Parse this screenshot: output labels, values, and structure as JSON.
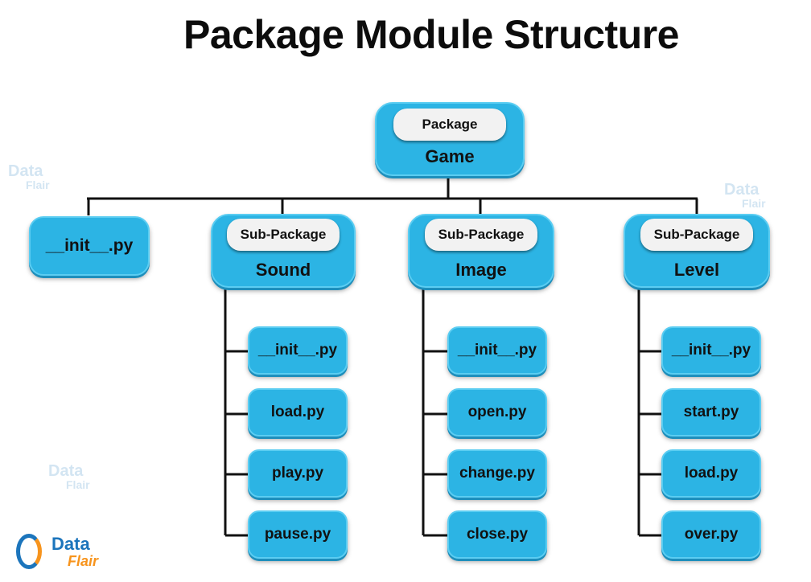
{
  "title": "Package Module Structure",
  "root": {
    "tag": "Package",
    "name": "Game"
  },
  "root_file": "__init__.py",
  "subpackages": [
    {
      "tag": "Sub-Package",
      "name": "Sound",
      "files": [
        "__init__.py",
        "load.py",
        "play.py",
        "pause.py"
      ]
    },
    {
      "tag": "Sub-Package",
      "name": "Image",
      "files": [
        "__init__.py",
        "open.py",
        "change.py",
        "close.py"
      ]
    },
    {
      "tag": "Sub-Package",
      "name": "Level",
      "files": [
        "__init__.py",
        "start.py",
        "load.py",
        "over.py"
      ]
    }
  ],
  "watermark": {
    "line1": "Data",
    "line2": "Flair"
  },
  "logo": {
    "line1": "Data",
    "line2": "Flair"
  },
  "colors": {
    "node": "#2cb4e4",
    "pill": "#f2f2f2",
    "line": "#111111",
    "logo_blue": "#1c75bc",
    "logo_orange": "#f7941d"
  }
}
